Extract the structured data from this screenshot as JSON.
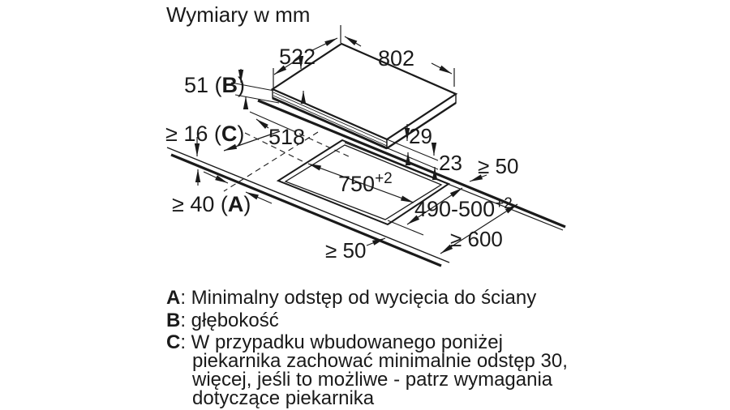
{
  "title": "Wymiary w mm",
  "dimensions": {
    "d522": "522",
    "d802": "802",
    "d51_pre": "51 (",
    "d51_key": "B",
    "d51_post": ")",
    "d16_pre": "≥ 16 (",
    "d16_key": "C",
    "d16_post": ")",
    "d40_pre": "≥ 40 (",
    "d40_key": "A",
    "d40_post": ")",
    "d518": "518",
    "d29": "29",
    "d23": "23",
    "d50_right": "≥ 50",
    "d50_front": "≥ 50",
    "d600": "≥ 600",
    "d750_base": "750",
    "d750_tol": "+2",
    "d490_base": "490-500",
    "d490_tol": "+2"
  },
  "legend": {
    "a_key": "A",
    "a_text": ": Minimalny odstęp od wycięcia do ściany",
    "b_key": "B",
    "b_text": ": głębokość",
    "c_key": "C",
    "c_line1": ": W przypadku wbudowanego poniżej",
    "c_line2": "piekarnika zachować minimalnie odstęp 30,",
    "c_line3": "więcej, jeśli to możliwe - patrz wymagania",
    "c_line4": "dotyczące piekarnika"
  }
}
